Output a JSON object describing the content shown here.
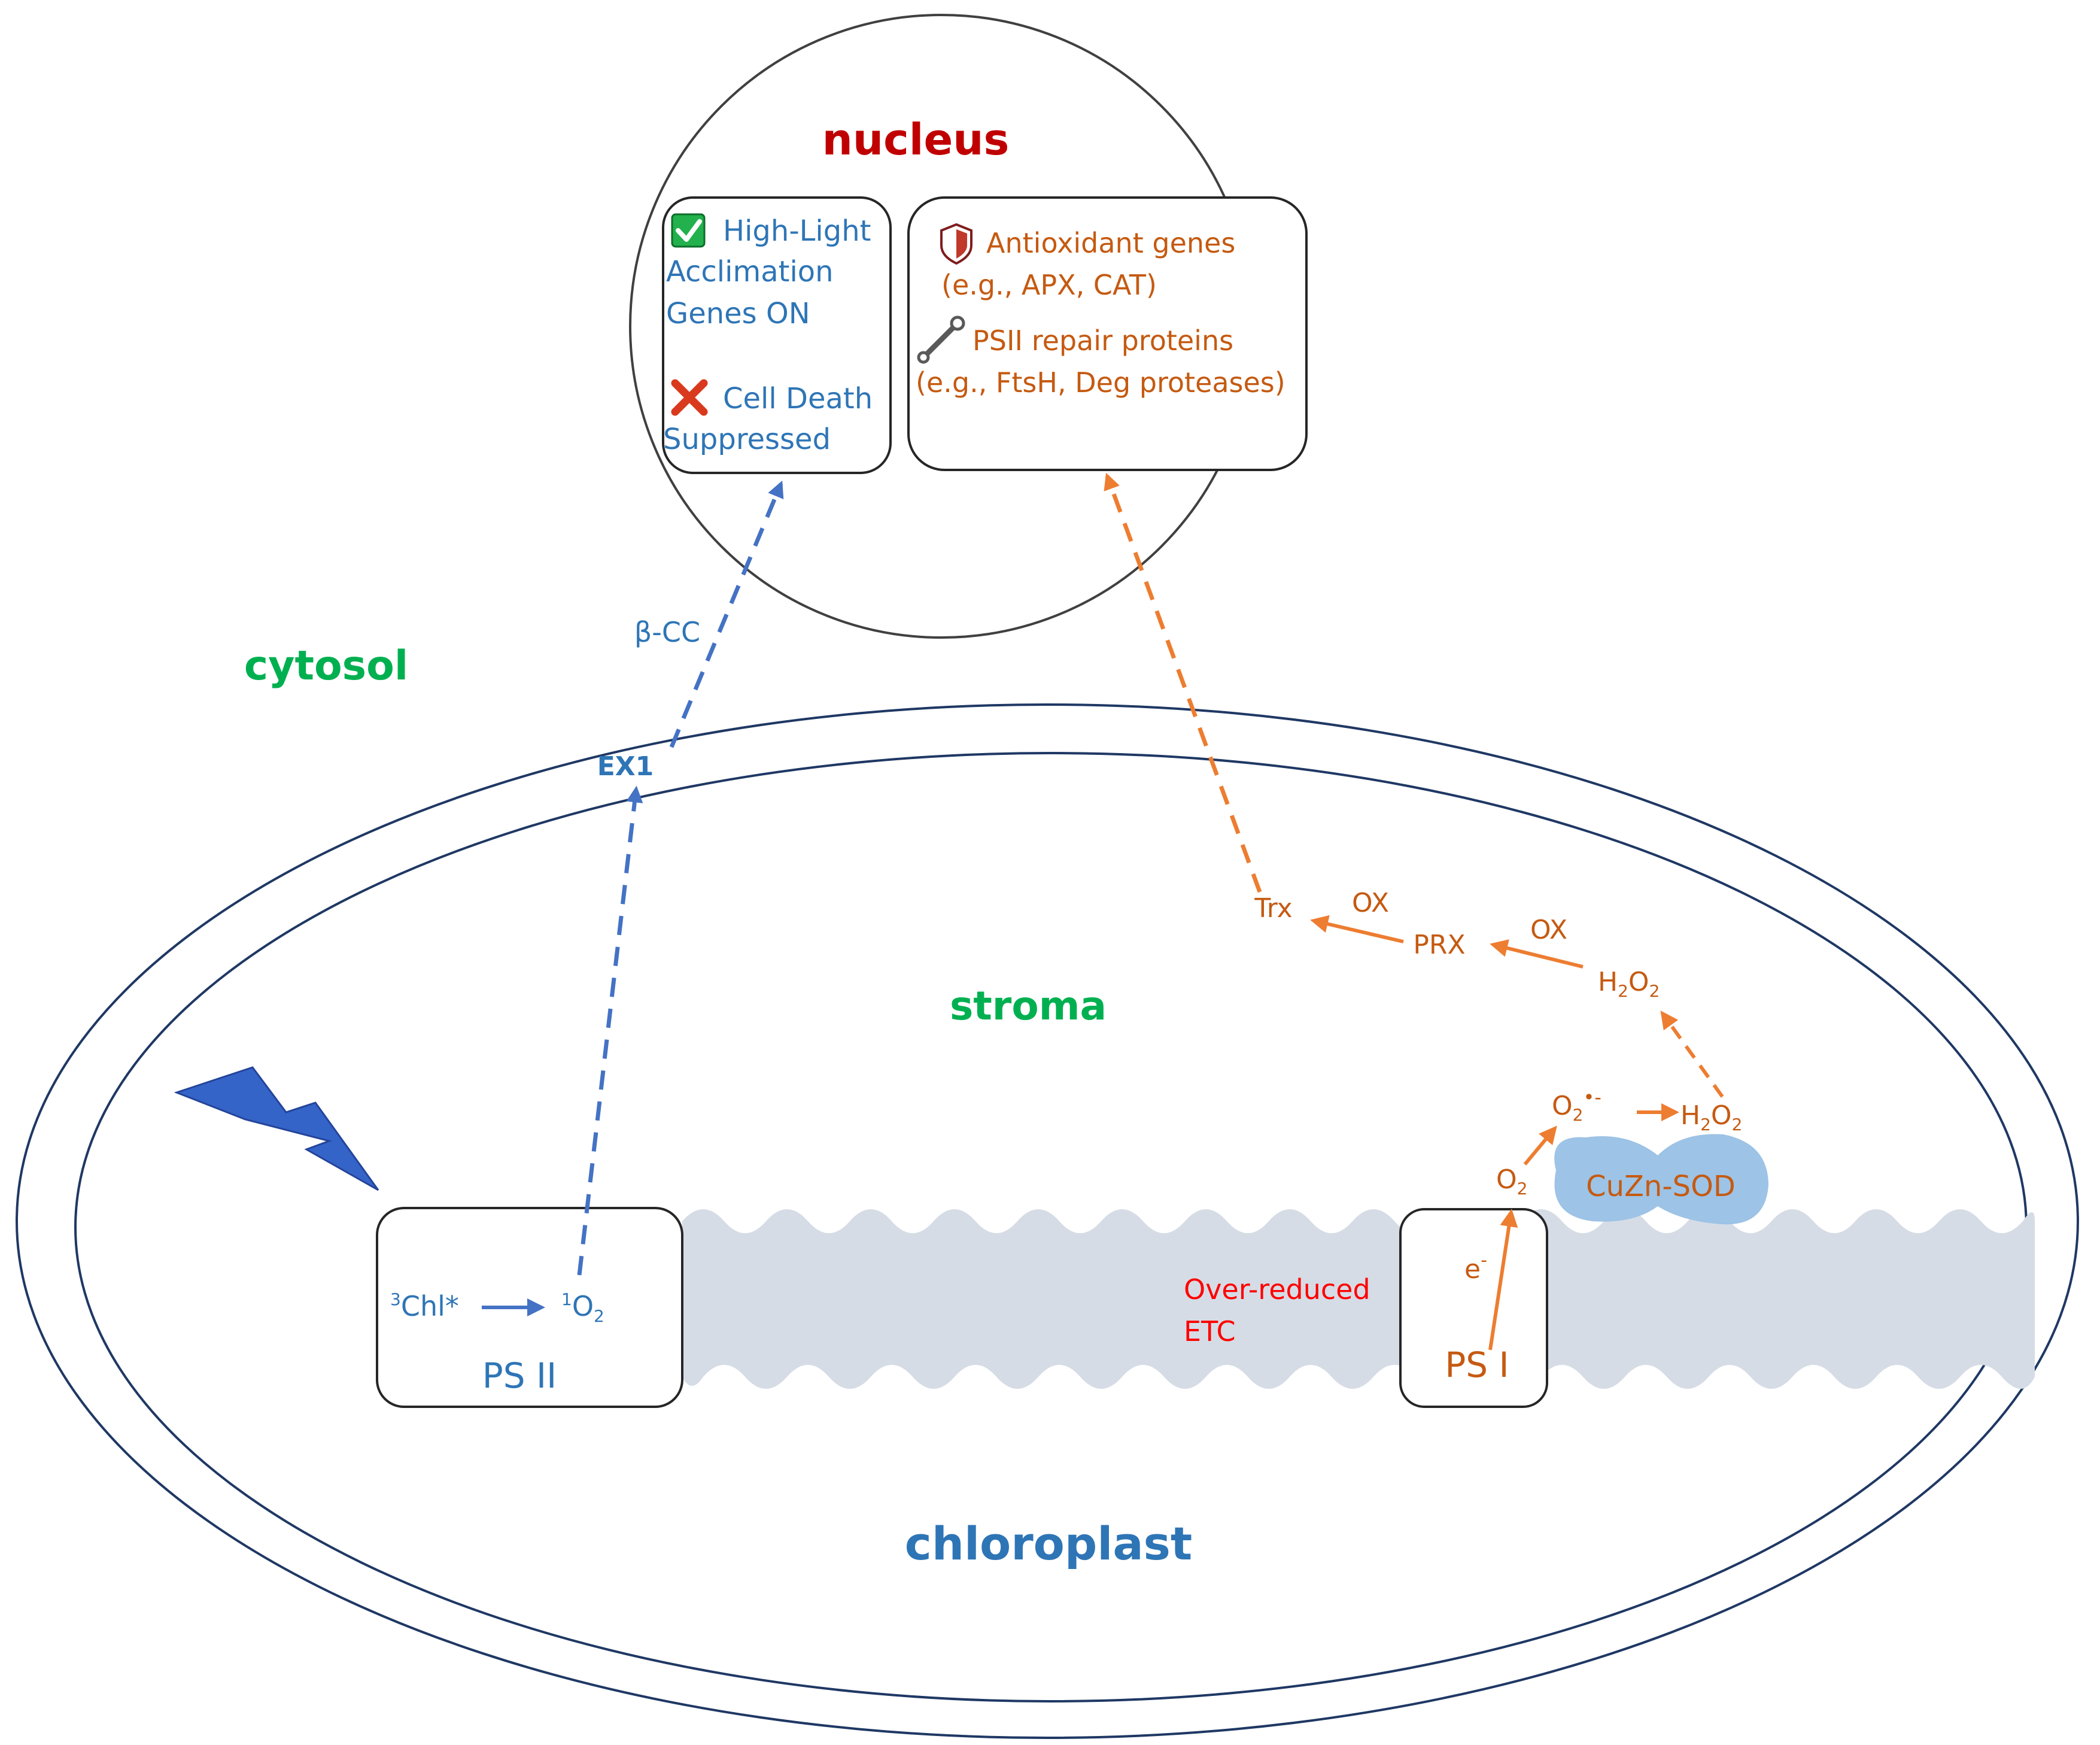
{
  "labels": {
    "nucleus": "nucleus",
    "cytosol": "cytosol",
    "stroma": "stroma",
    "chloroplast": "chloroplast",
    "beta_cc": "β-CC",
    "ex1": "EX1",
    "over_reduced": "Over-reduced",
    "etc": "ETC"
  },
  "nucleus_box_left": {
    "line1": "High-Light",
    "line2": "Acclimation",
    "line3": "Genes ON",
    "line4": "Cell Death",
    "line5": "Suppressed"
  },
  "nucleus_box_right": {
    "line1": "Antioxidant genes",
    "line2": "(e.g., APX, CAT)",
    "line3": "PSII repair proteins",
    "line4": "(e.g., FtsH, Deg proteases)"
  },
  "ps2": {
    "title": "PS II",
    "chl_super": "3",
    "chl": "Chl*",
    "o2_super": "1",
    "o2": "O",
    "o2_sub": "2"
  },
  "ps1": {
    "title": "PS I",
    "electron": "e",
    "electron_super": "-"
  },
  "ros_pathway": {
    "o2": "O",
    "o2_sub": "2",
    "superoxide": "O",
    "superoxide_sub": "2",
    "superoxide_super": "•-",
    "h2o2_a": "H",
    "h2o2_a_sub1": "2",
    "h2o2_a_mid": "O",
    "h2o2_a_sub2": "2",
    "h2o2_b": "H",
    "h2o2_b_sub1": "2",
    "h2o2_b_mid": "O",
    "h2o2_b_sub2": "2",
    "sod": "CuZn-SOD",
    "prx": "PRX",
    "trx": "Trx",
    "ox1": "OX",
    "ox2": "OX"
  },
  "colors": {
    "nucleus_label": "#c00000",
    "compartment_green": "#00b050",
    "chloroplast_label": "#2e75b6",
    "blue_text": "#2e75b6",
    "orange_text": "#c55a11",
    "orange_arrow": "#ed7d31",
    "blue_arrow": "#4472c4",
    "red_text": "#ff0000",
    "membrane": "#d6dce5",
    "sod_fill": "#9dc3e6",
    "lightning": "#3564c8"
  },
  "icons": [
    "check-icon",
    "cross-icon",
    "shield-icon",
    "wrench-icon",
    "lightning-icon"
  ]
}
